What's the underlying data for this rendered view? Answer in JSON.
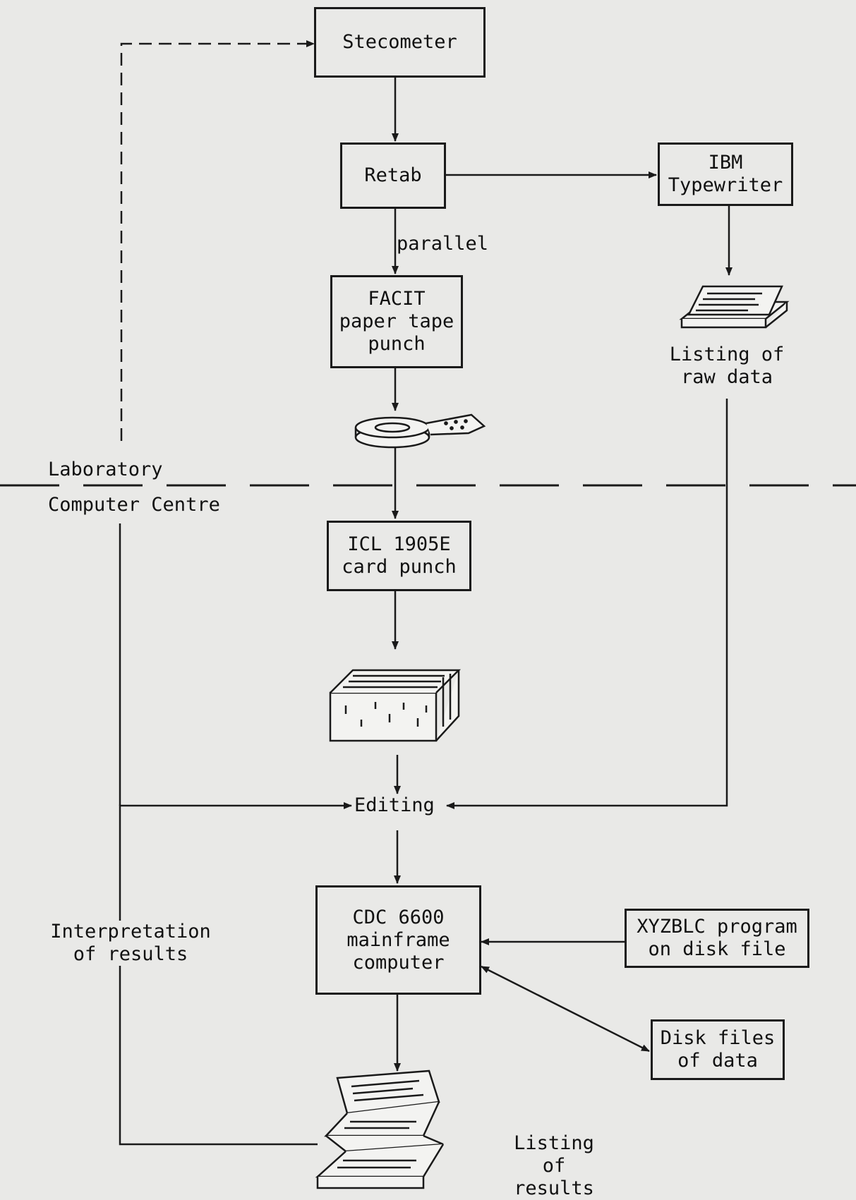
{
  "nodes": {
    "stecometer": "Stecometer",
    "retab": "Retab",
    "ibm": [
      "IBM",
      "Typewriter"
    ],
    "facit": [
      "FACIT",
      "paper tape",
      "punch"
    ],
    "icl": [
      "ICL 1905E",
      "card punch"
    ],
    "editing": "Editing",
    "cdc": [
      "CDC 6600",
      "mainframe",
      "computer"
    ],
    "xyzblc": [
      "XYZBLC program",
      "on disk file"
    ],
    "disk_files": [
      "Disk files",
      "of data"
    ]
  },
  "labels": {
    "parallel": "parallel",
    "listing_raw": [
      "Listing of",
      "raw data"
    ],
    "laboratory": "Laboratory",
    "computer_centre": "Computer Centre",
    "interpretation": [
      "Interpretation",
      "of results"
    ],
    "listing_results": [
      "Listing",
      "of",
      "results"
    ]
  },
  "icons": [
    "paper-stack-icon",
    "paper-tape-reel-icon",
    "card-deck-icon",
    "fanfold-printout-icon"
  ],
  "colors": {
    "ink": "#1a1a1a",
    "paper": "#e9e9e7"
  }
}
